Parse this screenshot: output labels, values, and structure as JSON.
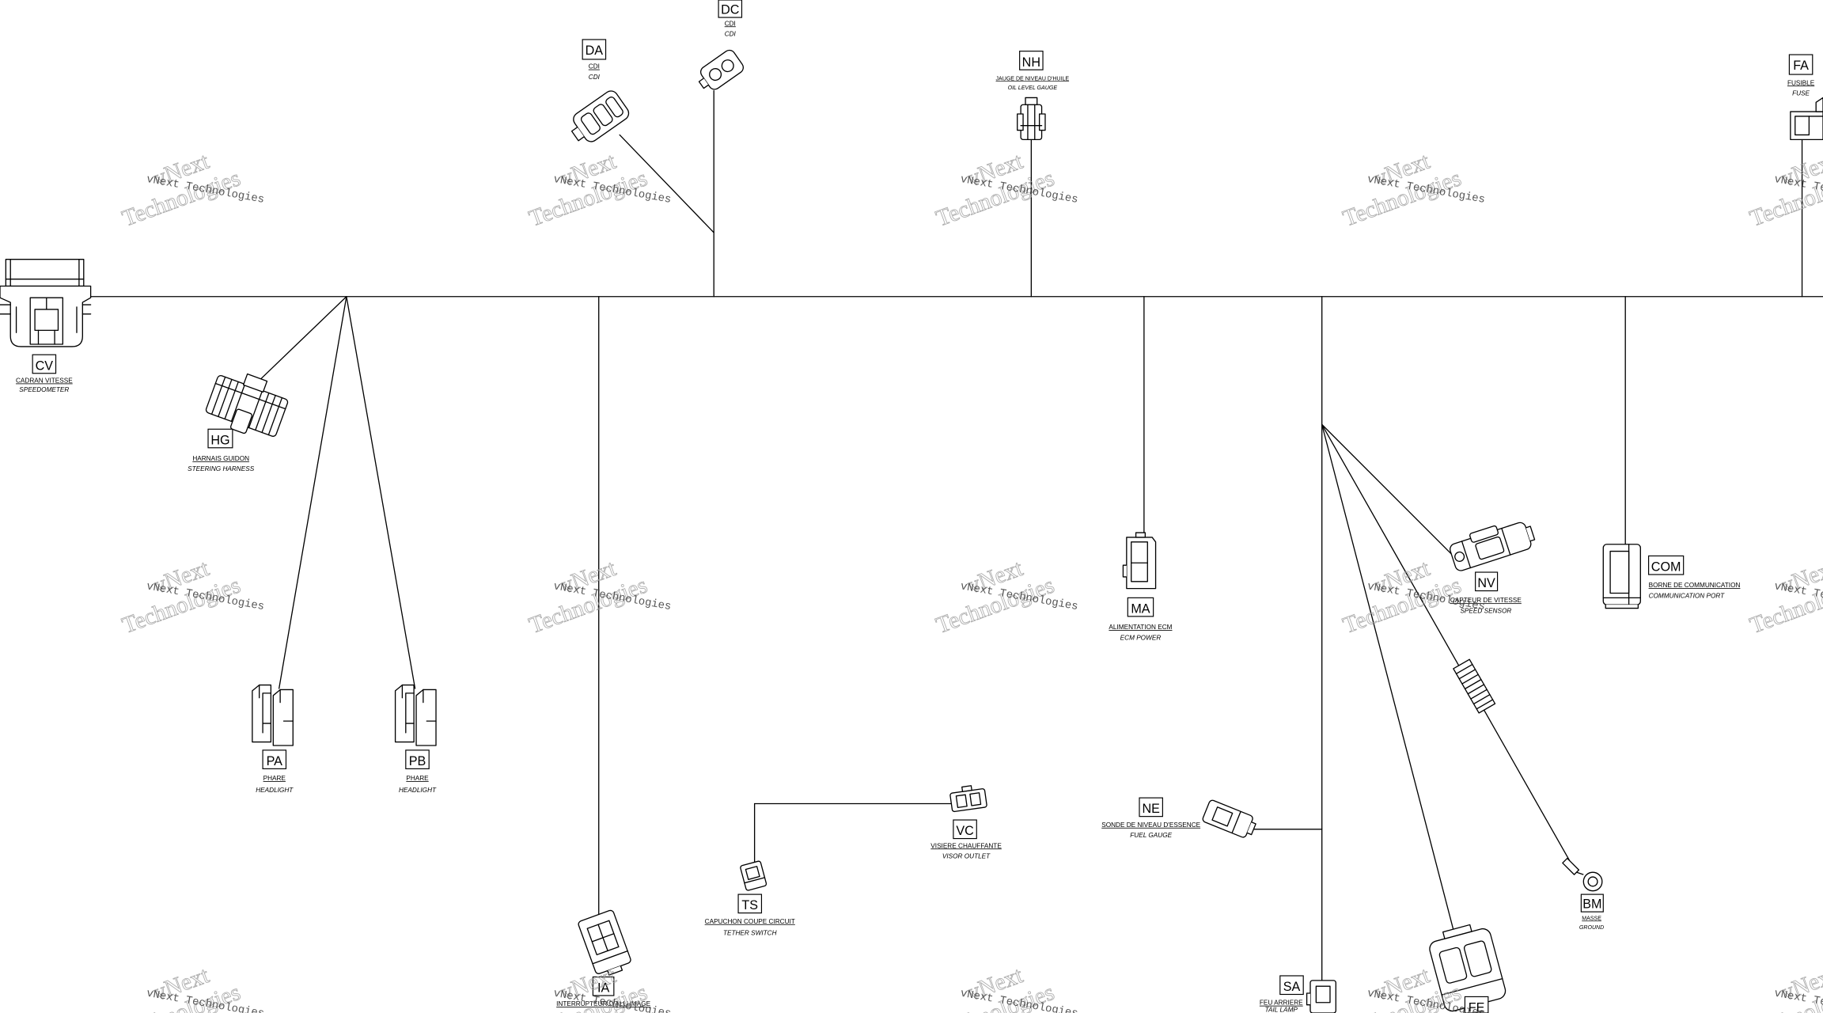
{
  "watermark": "vNext Technologies",
  "connectors": {
    "cv": {
      "code": "CV",
      "fr": "CADRAN VITESSE",
      "en": "SPEEDOMETER"
    },
    "hg": {
      "code": "HG",
      "fr": "HARNAIS GUIDON",
      "en": "STEERING HARNESS"
    },
    "pa": {
      "code": "PA",
      "fr": "PHARE",
      "en": "HEADLIGHT"
    },
    "pb": {
      "code": "PB",
      "fr": "PHARE",
      "en": "HEADLIGHT"
    },
    "da": {
      "code": "DA",
      "fr": "CDI",
      "en": "CDI"
    },
    "dc": {
      "code": "DC",
      "fr": "CDI",
      "en": "CDI"
    },
    "nh": {
      "code": "NH",
      "fr": "JAUGE DE NIVEAU D'HUILE",
      "en": "OIL LEVEL GAUGE"
    },
    "fa": {
      "code": "FA",
      "fr": "FUSIBLE",
      "en": "FUSE"
    },
    "ma": {
      "code": "MA",
      "fr": "ALIMENTATION ECM",
      "en": "ECM POWER"
    },
    "nv": {
      "code": "NV",
      "fr": "CAPTEUR DE VITESSE",
      "en": "SPEED SENSOR"
    },
    "com": {
      "code": "COM",
      "fr": "BORNE DE COMMUNICATION",
      "en": "COMMUNICATION PORT"
    },
    "vc": {
      "code": "VC",
      "fr": "VISIERE CHAUFFANTE",
      "en": "VISOR OUTLET"
    },
    "ts": {
      "code": "TS",
      "fr": "CAPUCHON COUPE CIRCUIT",
      "en": "TETHER SWITCH"
    },
    "ne": {
      "code": "NE",
      "fr": "SONDE DE NIVEAU D'ESSENCE",
      "en": "FUEL GAUGE"
    },
    "bm": {
      "code": "BM",
      "fr": "MASSE",
      "en": "GROUND"
    },
    "ia": {
      "code": "IA",
      "fr": "INTERRUPTEUR D'ALLUMAGE"
    },
    "sa": {
      "code": "SA",
      "fr": "FEU ARRIERE",
      "en": "TAIL LAMP"
    },
    "fe": {
      "code": "FE"
    }
  }
}
